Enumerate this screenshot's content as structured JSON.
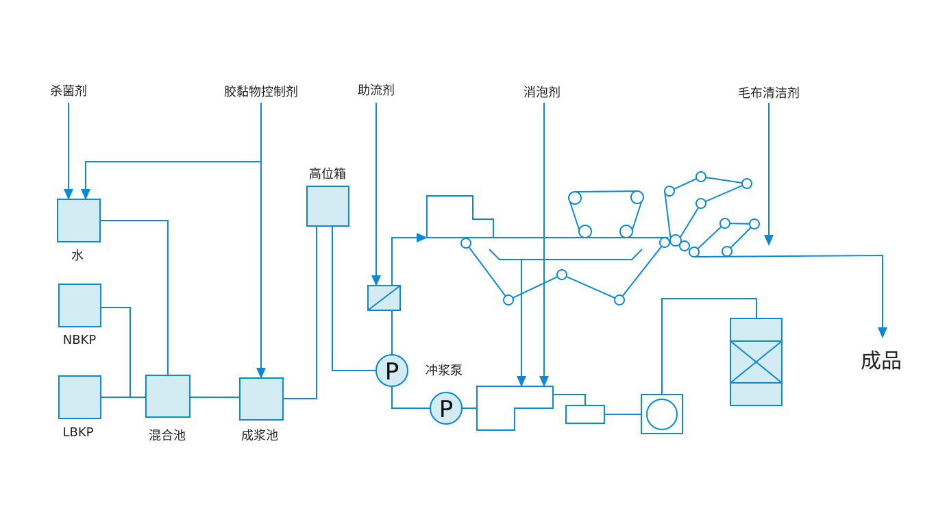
{
  "colors": {
    "line": "#0a8ad6",
    "tank_fill": "#d3ebf3"
  },
  "labels": {
    "biocide": "杀菌剂",
    "stickies_control": "胶黏物控制剂",
    "retention_aid": "助流剂",
    "defoamer": "消泡剂",
    "felt_cleaner": "毛布清洁剂",
    "headbox_tank": "高位箱",
    "water": "水",
    "nbkp": "NBKP",
    "lbkp": "LBKP",
    "mixing_chest": "混合池",
    "machine_chest": "成浆池",
    "fan_pump": "冲浆泵",
    "product": "成品",
    "pump_symbol": "P"
  }
}
